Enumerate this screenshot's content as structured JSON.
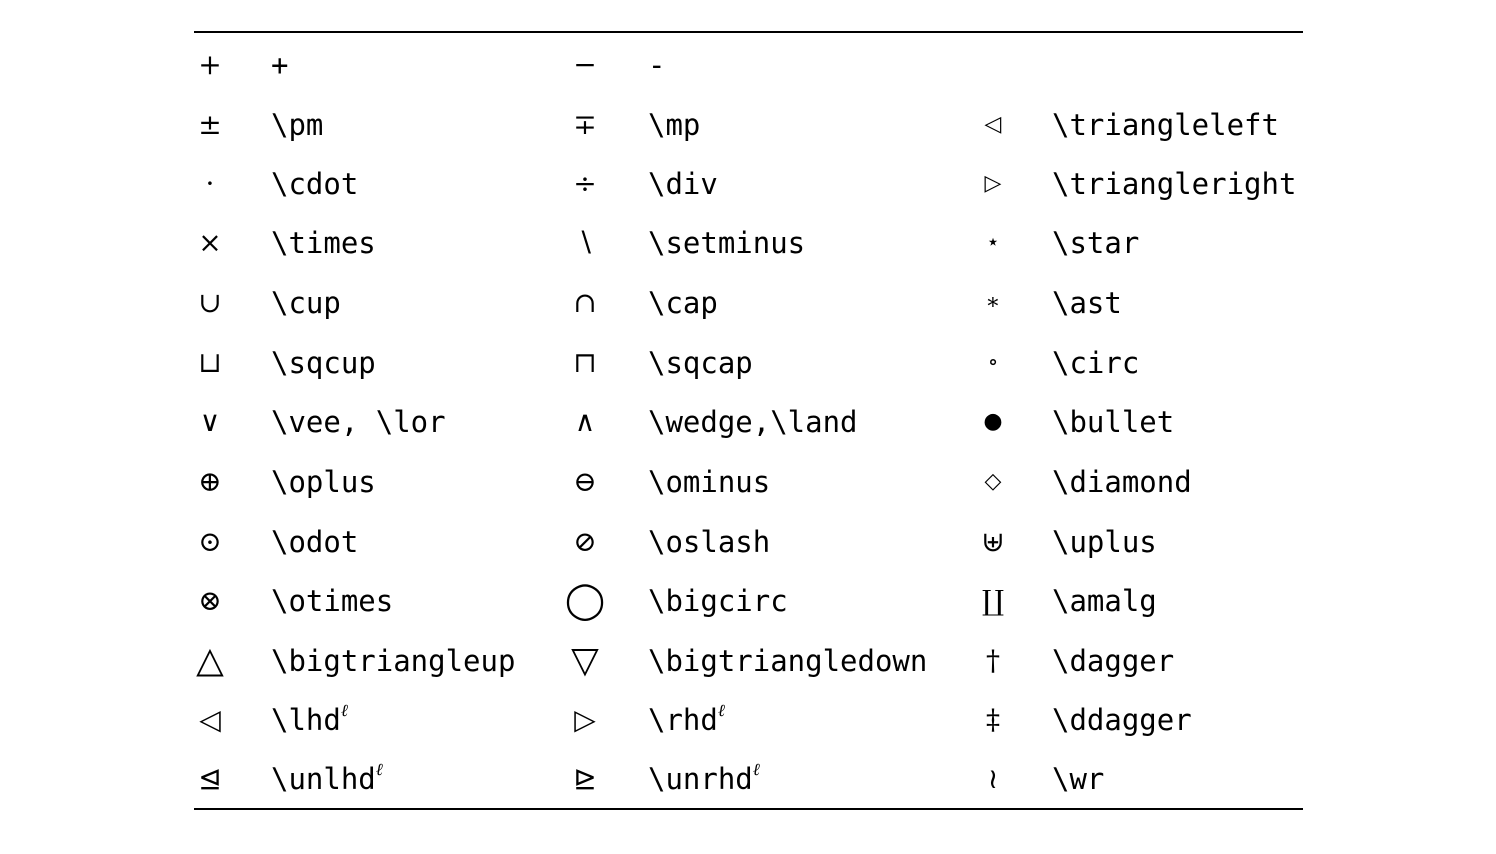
{
  "rows": [
    {
      "a": {
        "sym": "+",
        "cmd": "+"
      },
      "b": {
        "sym": "−",
        "cmd": "-"
      },
      "c": {
        "sym": "",
        "cmd": ""
      }
    },
    {
      "a": {
        "sym": "±",
        "cmd": "\\pm"
      },
      "b": {
        "sym": "∓",
        "cmd": "\\mp"
      },
      "c": {
        "sym": "◁",
        "cmd": "\\triangleleft"
      }
    },
    {
      "a": {
        "sym": "·",
        "cmd": "\\cdot"
      },
      "b": {
        "sym": "÷",
        "cmd": "\\div"
      },
      "c": {
        "sym": "▷",
        "cmd": "\\triangleright"
      }
    },
    {
      "a": {
        "sym": "×",
        "cmd": "\\times"
      },
      "b": {
        "sym": "∖",
        "cmd": "\\setminus"
      },
      "c": {
        "sym": "⋆",
        "cmd": "\\star"
      }
    },
    {
      "a": {
        "sym": "∪",
        "cmd": "\\cup"
      },
      "b": {
        "sym": "∩",
        "cmd": "\\cap"
      },
      "c": {
        "sym": "∗",
        "cmd": "\\ast"
      }
    },
    {
      "a": {
        "sym": "⊔",
        "cmd": "\\sqcup"
      },
      "b": {
        "sym": "⊓",
        "cmd": "\\sqcap"
      },
      "c": {
        "sym": "∘",
        "cmd": "\\circ"
      }
    },
    {
      "a": {
        "sym": "∨",
        "cmd": "\\vee, \\lor"
      },
      "b": {
        "sym": "∧",
        "cmd": "\\wedge,\\land"
      },
      "c": {
        "sym": "●",
        "cmd": "\\bullet"
      }
    },
    {
      "a": {
        "sym": "⊕",
        "cmd": "\\oplus"
      },
      "b": {
        "sym": "⊖",
        "cmd": "\\ominus"
      },
      "c": {
        "sym": "◇",
        "cmd": "\\diamond"
      }
    },
    {
      "a": {
        "sym": "⊙",
        "cmd": "\\odot"
      },
      "b": {
        "sym": "⊘",
        "cmd": "\\oslash"
      },
      "c": {
        "sym": "⊎",
        "cmd": "\\uplus"
      }
    },
    {
      "a": {
        "sym": "⊗",
        "cmd": "\\otimes"
      },
      "b": {
        "sym": "◯",
        "cmd": "\\bigcirc"
      },
      "c": {
        "sym": "∐",
        "cmd": "\\amalg"
      }
    },
    {
      "a": {
        "sym": "△",
        "cmd": "\\bigtriangleup"
      },
      "b": {
        "sym": "▽",
        "cmd": "\\bigtriangledown"
      },
      "c": {
        "sym": "†",
        "cmd": "\\dagger"
      }
    },
    {
      "a": {
        "sym": "◁",
        "cmd": "\\lhd",
        "sup": "ℓ"
      },
      "b": {
        "sym": "▷",
        "cmd": "\\rhd",
        "sup": "ℓ"
      },
      "c": {
        "sym": "‡",
        "cmd": "\\ddagger"
      }
    },
    {
      "a": {
        "sym": "⊴",
        "cmd": "\\unlhd",
        "sup": "ℓ"
      },
      "b": {
        "sym": "⊵",
        "cmd": "\\unrhd",
        "sup": "ℓ"
      },
      "c": {
        "sym": "≀",
        "cmd": "\\wr"
      }
    }
  ]
}
